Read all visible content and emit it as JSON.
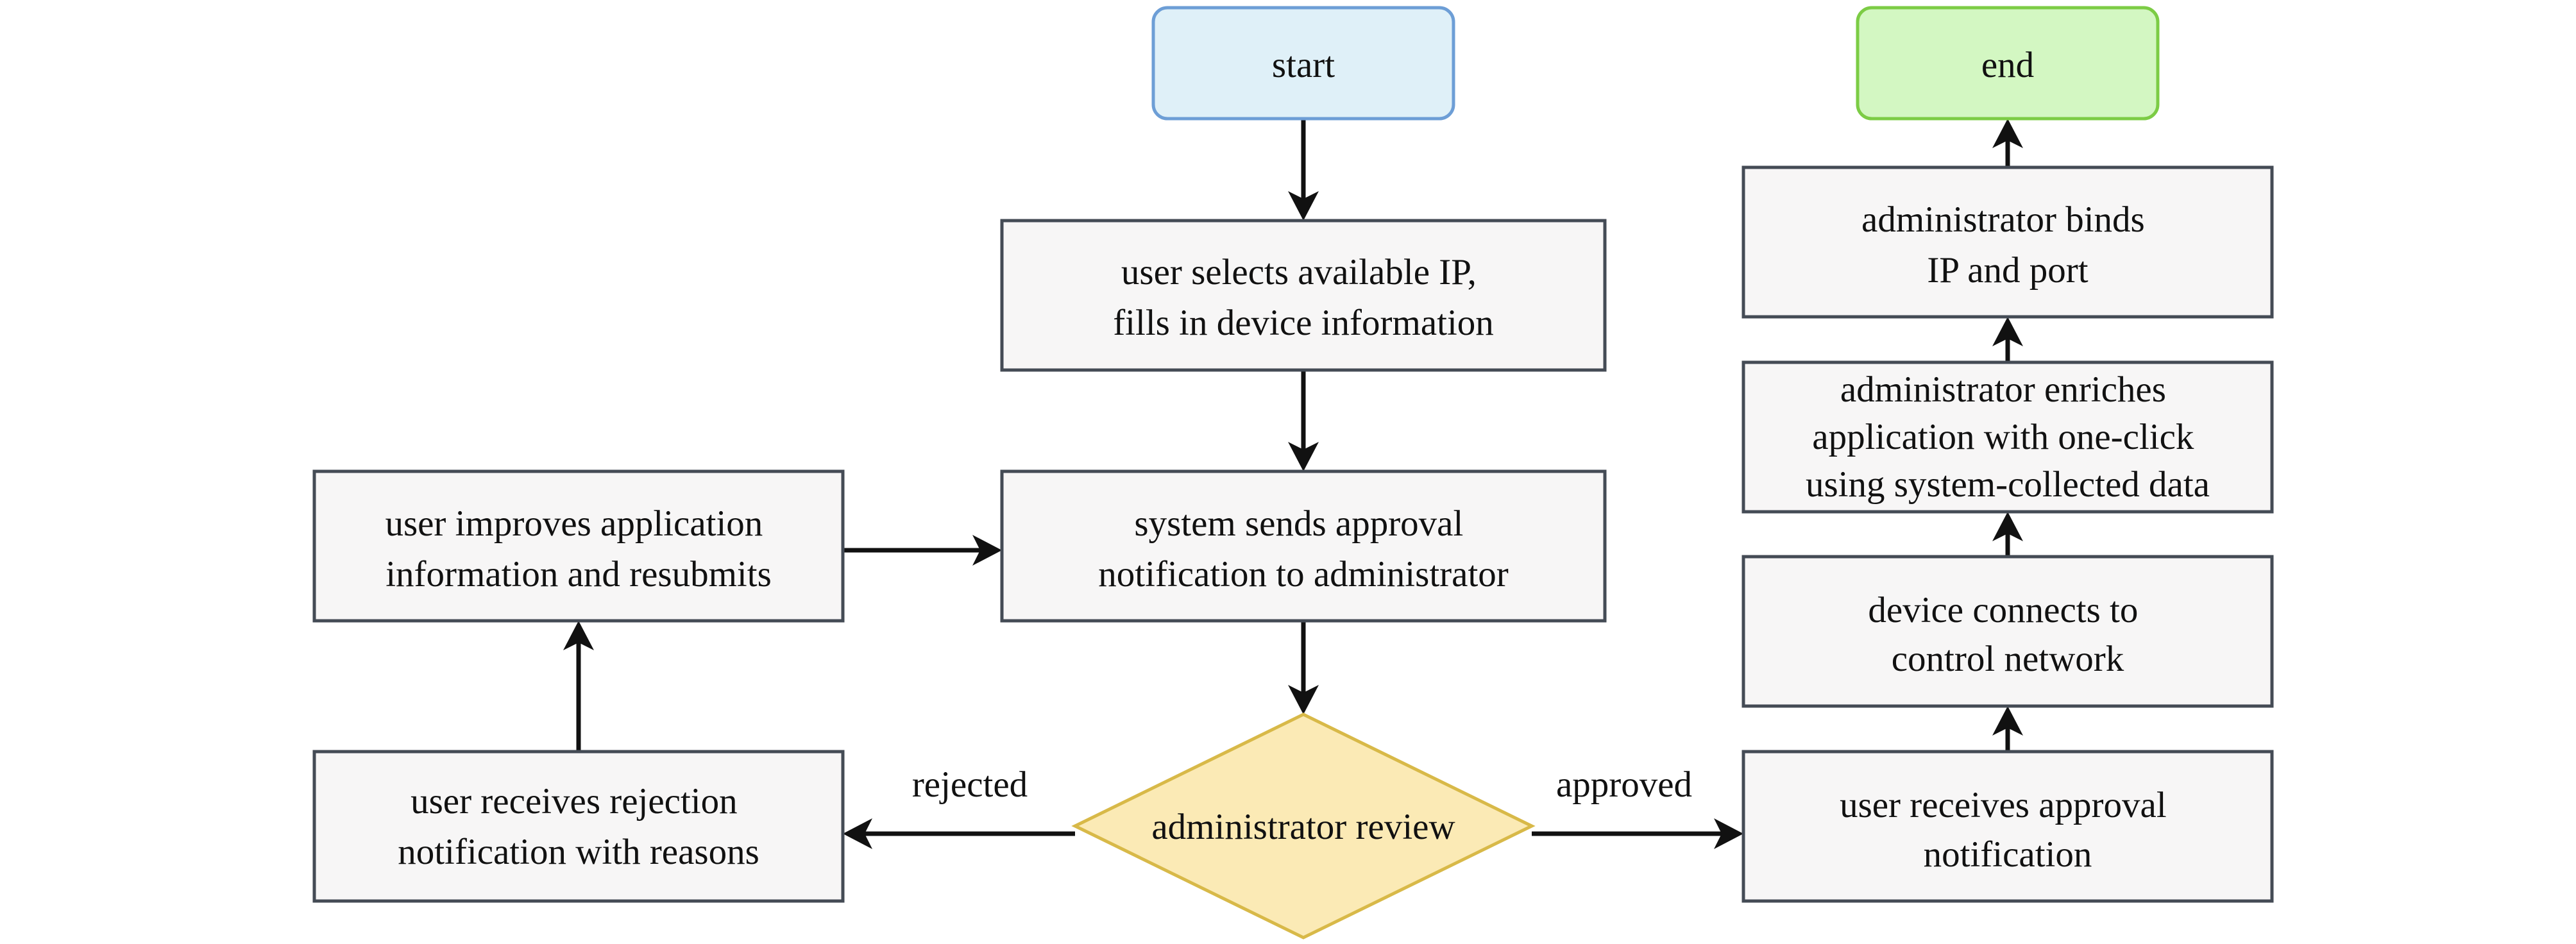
{
  "nodes": {
    "start": {
      "lines": [
        "start"
      ]
    },
    "end": {
      "lines": [
        "end"
      ]
    },
    "select_ip": {
      "lines": [
        "user selects available IP,",
        "fills in device information"
      ]
    },
    "send_notification": {
      "lines": [
        "system sends approval",
        "notification to administrator"
      ]
    },
    "improve_resubmit": {
      "lines": [
        "user improves application",
        "information and resubmits"
      ]
    },
    "review": {
      "lines": [
        "administrator review"
      ]
    },
    "rejection": {
      "lines": [
        "user receives rejection",
        "notification with reasons"
      ]
    },
    "approval": {
      "lines": [
        "user receives approval",
        "notification"
      ]
    },
    "connect": {
      "lines": [
        "device connects to",
        "control network"
      ]
    },
    "enrich": {
      "lines": [
        "administrator enriches",
        "application with one-click",
        "using system-collected data"
      ]
    },
    "bind": {
      "lines": [
        "administrator binds",
        "IP and port"
      ]
    }
  },
  "edge_labels": {
    "rejected": "rejected",
    "approved": "approved"
  },
  "colors": {
    "start_fill": "#dff0f8",
    "start_stroke": "#6d9ed6",
    "end_fill": "#d3f7c2",
    "end_stroke": "#7ccc45",
    "box_fill": "#f7f6f6",
    "box_stroke": "#444b55",
    "decision_fill": "#fbeab5",
    "decision_stroke": "#d8b948",
    "line": "#111111"
  }
}
